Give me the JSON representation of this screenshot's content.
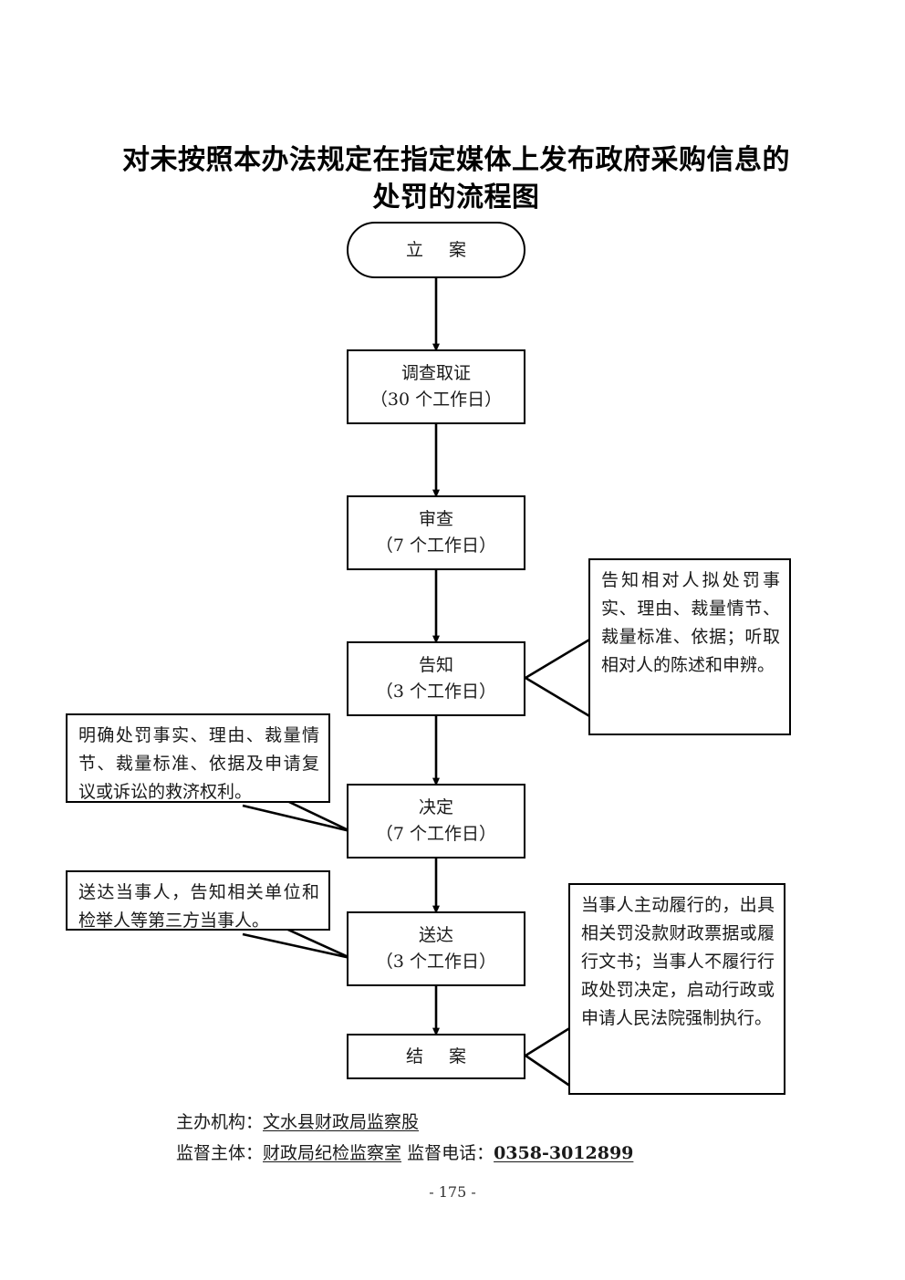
{
  "document": {
    "title": "对未按照本办法规定在指定媒体上发布政府采购信息的处罚的流程图",
    "page_number": "- 175 -"
  },
  "flow": {
    "nodes": [
      {
        "id": "start",
        "shape": "stadium",
        "line1": "立  案",
        "line2": ""
      },
      {
        "id": "investigate",
        "shape": "rect",
        "line1": "调查取证",
        "line2": "（30 个工作日）"
      },
      {
        "id": "review",
        "shape": "rect",
        "line1": "审查",
        "line2": "（7 个工作日）"
      },
      {
        "id": "notify",
        "shape": "rect",
        "line1": "告知",
        "line2": "（3 个工作日）"
      },
      {
        "id": "decision",
        "shape": "rect",
        "line1": "决定",
        "line2": "（7 个工作日）"
      },
      {
        "id": "service",
        "shape": "rect",
        "line1": "送达",
        "line2": "（3 个工作日）"
      },
      {
        "id": "close",
        "shape": "rect",
        "line1": "结  案",
        "line2": ""
      }
    ]
  },
  "annotations": [
    {
      "id": "notify-note",
      "side": "right",
      "attached_to": "notify",
      "text": "告知相对人拟处罚事实、理由、裁量情节、裁量标准、依据；听取相对人的陈述和申辨。"
    },
    {
      "id": "decision-note",
      "side": "left",
      "attached_to": "decision",
      "text": "明确处罚事实、理由、裁量情节、裁量标准、依据及申请复议或诉讼的救济权利。"
    },
    {
      "id": "service-note",
      "side": "left",
      "attached_to": "service",
      "text": "送达当事人，告知相关单位和检举人等第三方当事人。"
    },
    {
      "id": "close-note",
      "side": "right",
      "attached_to": "close",
      "text": "当事人主动履行的，出具相关罚没款财政票据或履行文书；当事人不履行行政处罚决定，启动行政或申请人民法院强制执行。"
    }
  ],
  "footer": {
    "line1_label": "主办机构：",
    "line1_value": "文水县财政局监察股",
    "line2_label": "监督主体：",
    "line2_value": "财政局纪检监察室",
    "line2_label2": " 监督电话：",
    "line2_value2": "0358-3012899"
  },
  "colors": {
    "ink": "#000000",
    "text": "#1a1a1a",
    "paper": "#ffffff"
  }
}
